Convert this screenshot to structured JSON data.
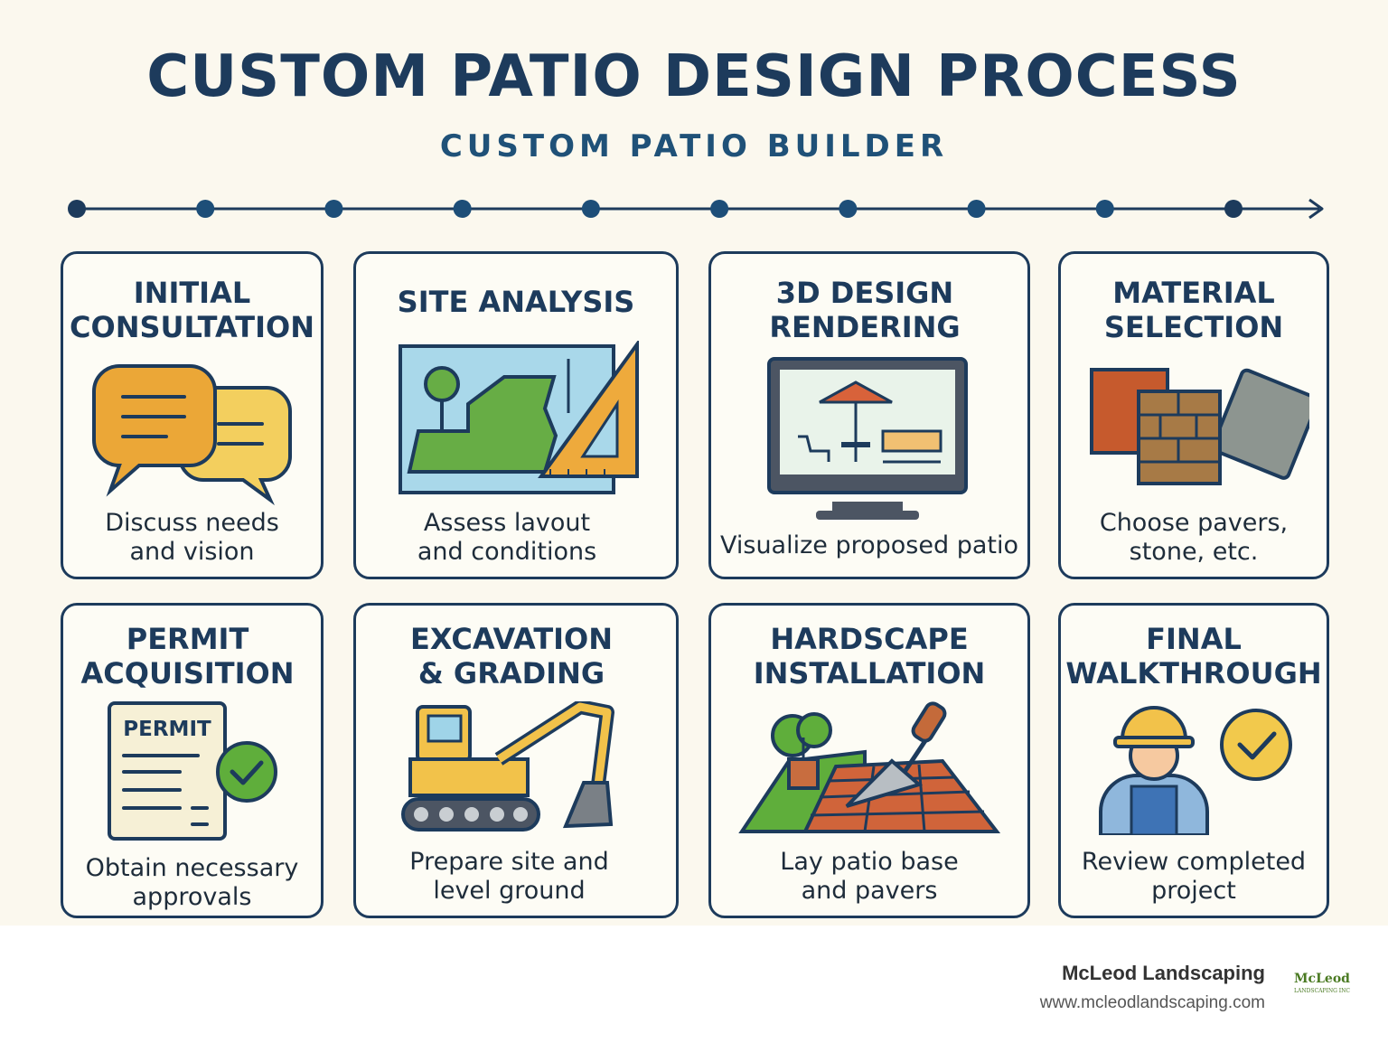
{
  "header": {
    "title": "CUSTOM PATIO DESIGN PROCESS",
    "subtitle": "CUSTOM PATIO BUILDER"
  },
  "timeline": {
    "dot_count": 10,
    "color": "#1d4e78"
  },
  "colors": {
    "navy": "#1d3b5c",
    "background": "#fbf8ee",
    "green": "#5fae3b",
    "yellow": "#f2c14e",
    "brick": "#c85b34"
  },
  "steps": [
    {
      "title": "INITIAL\nCONSULTATION",
      "desc": "Discuss needs\nand vision",
      "icon": "chat-bubbles-icon"
    },
    {
      "title": "SITE ANALYSIS",
      "desc": "Assess lavout\nand conditions",
      "icon": "site-plan-icon"
    },
    {
      "title": "3D DESIGN\nRENDERING",
      "desc": "Visualize proposed patio",
      "icon": "monitor-rendering-icon"
    },
    {
      "title": "MATERIAL\nSELECTION",
      "desc": "Choose pavers,\nstone, etc.",
      "icon": "material-samples-icon"
    },
    {
      "title": "PERMIT\nACQUISITION",
      "desc": "Obtain necessary\napprovals",
      "icon": "permit-document-icon",
      "icon_text": "PERMIT"
    },
    {
      "title": "EXCAVATION\n& GRADING",
      "desc": "Prepare site and\nlevel ground",
      "icon": "excavator-icon"
    },
    {
      "title": "HARDSCAPE\nINSTALLATION",
      "desc": "Lay patio base\nand pavers",
      "icon": "trowel-pavers-icon"
    },
    {
      "title": "FINAL\nWALKTHROUGH",
      "desc": "Review completed\nproject",
      "icon": "worker-check-icon"
    }
  ],
  "footer": {
    "company": "McLeod Landscaping",
    "url": "www.mcleodlandscaping.com",
    "logo_text": "McLeod",
    "logo_subtext": "LANDSCAPING INC"
  }
}
